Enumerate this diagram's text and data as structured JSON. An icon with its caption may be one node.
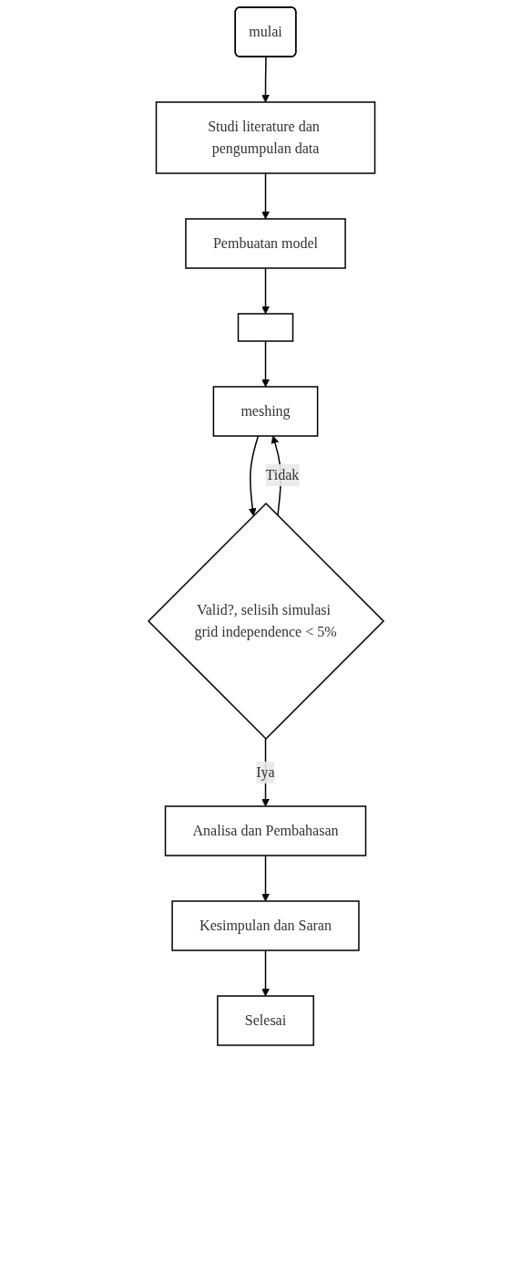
{
  "diagram": {
    "nodes": [
      {
        "text": [
          "mulai"
        ]
      },
      {
        "text": [
          "Studi literature dan pengumpulan data"
        ]
      },
      {
        "text": [
          "Pembuatan model"
        ]
      },
      {
        "text": [],
        "shape": "box"
      },
      {
        "text": [
          "meshing"
        ]
      },
      {
        "text": [
          "Valid?, selisih simulasi grid independence < 5%"
        ]
      },
      {
        "text": [
          "Analisa dan Pembahasan"
        ]
      },
      {
        "text": [
          "Kesimpulan dan Saran"
        ]
      },
      {
        "text": [
          "Selesai"
        ]
      }
    ],
    "edges": [
      {
        "from": 0,
        "to": 1,
        "arrow": "to"
      },
      {
        "from": 1,
        "to": 2,
        "arrow": "to"
      },
      {
        "from": 2,
        "to": 3,
        "arrow": "to"
      },
      {
        "from": 3,
        "to": 4,
        "arrow": "to"
      },
      {
        "from": 4,
        "to": 5,
        "arrow": "to"
      },
      {
        "from": 5,
        "to": 4,
        "arrow": "to",
        "label": "Tidak"
      },
      {
        "from": 5,
        "to": 6,
        "arrow": "to",
        "label": "Iya"
      },
      {
        "from": 6,
        "to": 7,
        "arrow": "to"
      },
      {
        "from": 7,
        "to": 8,
        "arrow": "to"
      }
    ]
  }
}
